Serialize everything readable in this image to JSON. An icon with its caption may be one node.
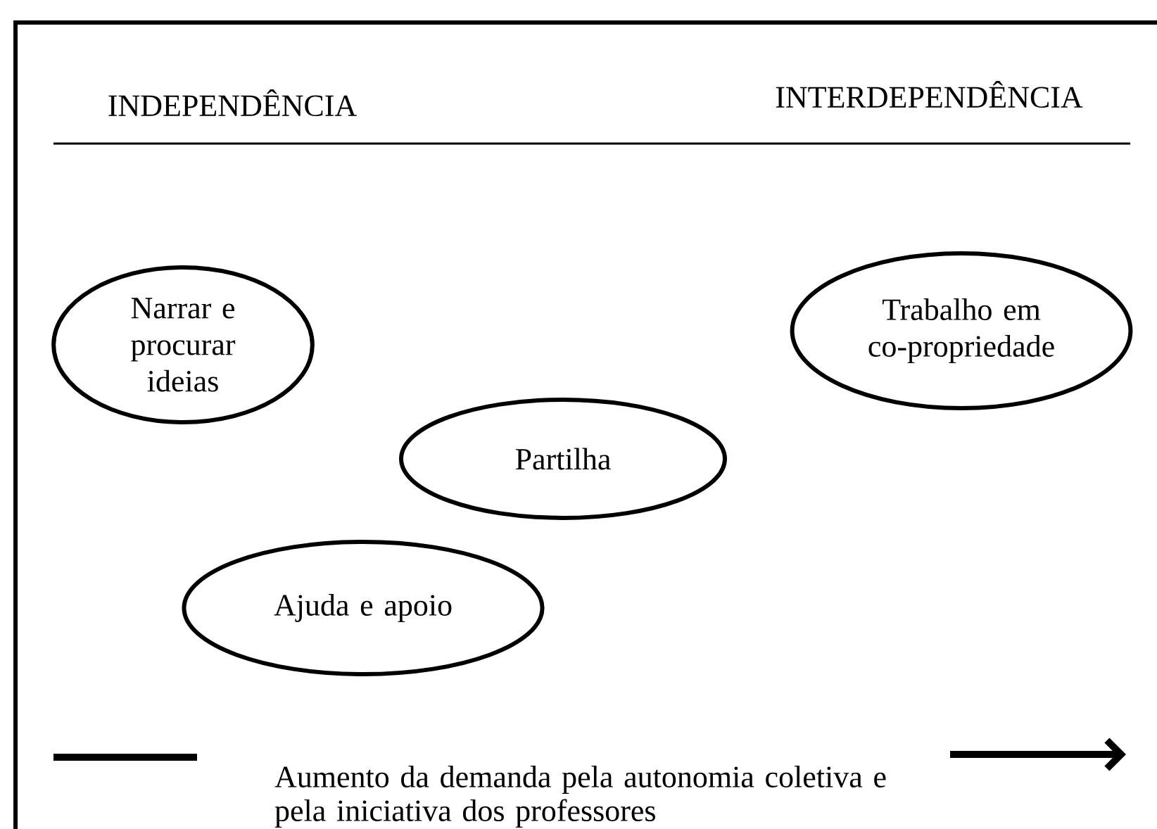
{
  "diagram": {
    "nodes": [
      {
        "text": [
          "Narrar e procurar ideias"
        ]
      },
      {
        "text": [
          "Trabalho em co-propriedade"
        ]
      },
      {
        "text": [
          "Partilha"
        ]
      },
      {
        "text": [
          "Ajuda e apoio"
        ]
      }
    ],
    "labels": [
      "INDEPENDÊNCIA",
      "INTERDEPENDÊNCIA",
      "Aumento da demanda pela autonomia coletiva e pela iniciativa dos professores"
    ]
  }
}
